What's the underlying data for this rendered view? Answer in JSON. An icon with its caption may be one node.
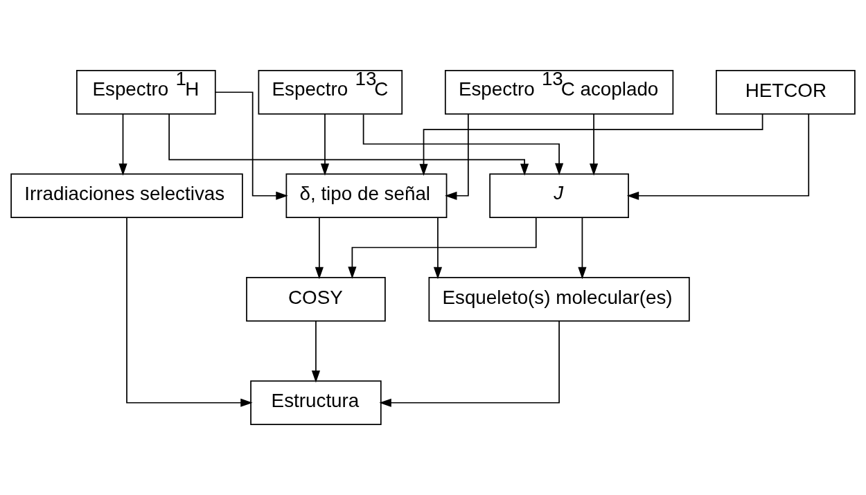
{
  "diagram": {
    "nodes": [
      {
        "text": [
          "Espectro $^{13}$C"
        ]
      },
      {
        "text": [
          "Espectro $^{13}$C acoplado"
        ]
      },
      {
        "text": [
          "HETCOR"
        ]
      },
      {
        "text": [
          "Espectro $^{1}$H"
        ]
      },
      {
        "text": [
          "δ, tipo de señal"
        ]
      },
      {
        "text": [
          "J"
        ]
      },
      {
        "text": [
          "Irradiaciones selectivas"
        ]
      },
      {
        "text": [
          "Esqueleto(s) molecular(es)"
        ]
      },
      {
        "text": [
          "COSY"
        ]
      },
      {
        "text": [
          "Estructura"
        ]
      }
    ],
    "edges": [
      {
        "from": 0,
        "to": 4,
        "arrow": "to"
      },
      {
        "from": 0,
        "to": 5,
        "arrow": "to"
      },
      {
        "from": 1,
        "to": 4,
        "arrow": "to"
      },
      {
        "from": 1,
        "to": 5,
        "arrow": "to"
      },
      {
        "from": 2,
        "to": 4,
        "arrow": "to"
      },
      {
        "from": 2,
        "to": 5,
        "arrow": "to"
      },
      {
        "from": 3,
        "to": 4,
        "arrow": "to"
      },
      {
        "from": 3,
        "to": 5,
        "arrow": "to"
      },
      {
        "from": 3,
        "to": 6,
        "arrow": "to"
      },
      {
        "from": 4,
        "to": 7,
        "arrow": "to"
      },
      {
        "from": 4,
        "to": 8,
        "arrow": "to"
      },
      {
        "from": 5,
        "to": 7,
        "arrow": "to"
      },
      {
        "from": 5,
        "to": 8,
        "arrow": "to"
      },
      {
        "from": 7,
        "to": 9,
        "arrow": "to"
      },
      {
        "from": 8,
        "to": 9,
        "arrow": "to"
      },
      {
        "from": 6,
        "to": 9,
        "arrow": "to"
      }
    ]
  }
}
